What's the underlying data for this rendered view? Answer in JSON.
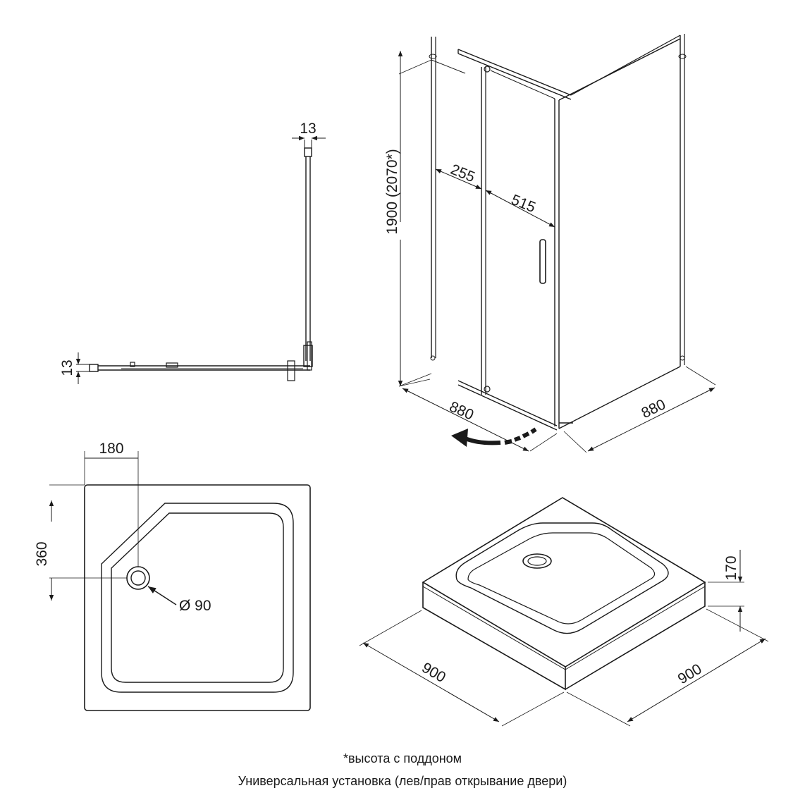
{
  "plan_view": {
    "dim_top": "13",
    "dim_left": "13"
  },
  "cabin_view": {
    "height": "1900 (2070*)",
    "fixed_panel": "255",
    "door": "515",
    "width_left": "880",
    "width_right": "880"
  },
  "tray_plan": {
    "dim_offset_x": "180",
    "dim_offset_y": "360",
    "drain": "Ø 90"
  },
  "tray_iso": {
    "height": "170",
    "width_left": "900",
    "width_right": "900"
  },
  "footnotes": {
    "line1": "*высота с поддоном",
    "line2": "Универсальная установка (лев/прав открывание двери)"
  },
  "colors": {
    "ink": "#1a1a1a",
    "background": "#ffffff"
  }
}
